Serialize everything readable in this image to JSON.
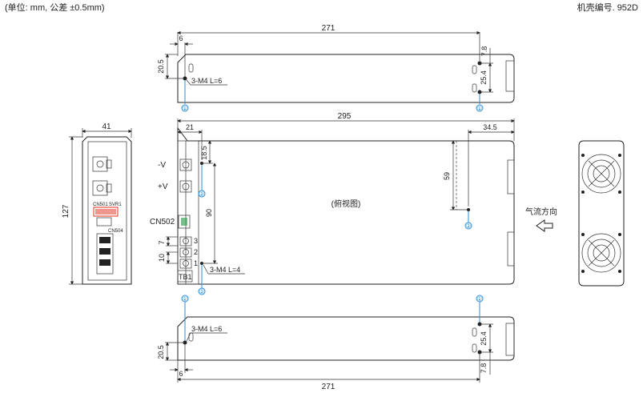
{
  "header": {
    "units_note": "(单位: mm, 公差 ±0.5mm)",
    "case_no": "机壳编号. 952D"
  },
  "top_view": {
    "dim_overall": "271",
    "dim_left": "6",
    "dim_right": "7.8",
    "dim_height": "20.5",
    "dim_spacing": "25.4",
    "screw_label": "3-M4  L=6",
    "marker": "①"
  },
  "front_view": {
    "dim_width": "41",
    "dim_height": "127",
    "cn501": "CN501",
    "svr1": "SVR1",
    "cn504": "CN504"
  },
  "main_view": {
    "dim_overall": "295",
    "dim_21": "21",
    "dim_34_5": "34.5",
    "dim_18_5": "18.5",
    "dim_59": "59",
    "dim_90": "90",
    "dim_7": "7",
    "dim_10": "10",
    "label_minus_v": "-V",
    "label_plus_v": "+V",
    "cn502": "CN502",
    "tb1": "TB1",
    "pin_3": "3",
    "pin_2": "2",
    "pin_1": "1",
    "screw_label": "3-M4  L=4",
    "center_label": "(俯视图)",
    "marker": "②"
  },
  "side_view": {
    "airflow_label": "气流方向",
    "arrow_icon": "airflow-arrow-icon"
  },
  "bottom_view": {
    "dim_overall": "271",
    "dim_left": "6",
    "dim_right": "7.8",
    "dim_height": "20.5",
    "dim_spacing": "25.4",
    "screw_label": "3-M4  L=6",
    "marker": "①"
  }
}
